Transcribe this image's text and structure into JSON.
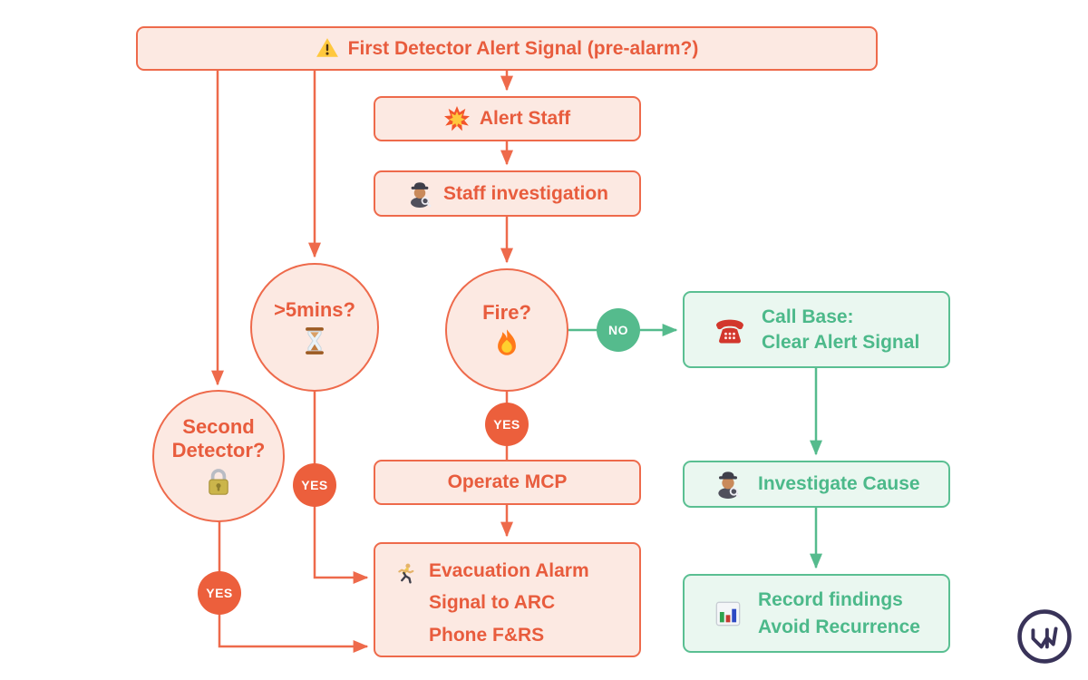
{
  "colors": {
    "orange_border": "#EE6A4B",
    "orange_fill": "#FCE9E2",
    "orange_text": "#E85C3D",
    "orange_badge": "#EC5F3C",
    "green_border": "#5ABF92",
    "green_fill": "#EAF7F0",
    "green_text": "#4CB98A",
    "green_badge": "#55BB8D",
    "logo_navy": "#393359"
  },
  "nodes": {
    "first_detector": {
      "icon": "warning-icon",
      "label": "First Detector Alert Signal (pre-alarm?)"
    },
    "alert_staff": {
      "icon": "explosion-icon",
      "label": "Alert Staff"
    },
    "staff_investigation": {
      "icon": "detective-icon",
      "label": "Staff investigation"
    },
    "fire_decision": {
      "icon": "fire-icon",
      "label": "Fire?"
    },
    "five_mins_decision": {
      "icon": "hourglass-icon",
      "label": ">5mins?"
    },
    "second_detector_decision": {
      "icon": "lock-icon",
      "label_line1": "Second",
      "label_line2": "Detector?"
    },
    "operate_mcp": {
      "label": "Operate MCP"
    },
    "evacuation": {
      "icon": "runner-icon",
      "lines": [
        "Evacuation Alarm",
        "Signal to ARC",
        "Phone F&RS"
      ]
    },
    "call_base": {
      "icon": "phone-icon",
      "lines": [
        "Call Base:",
        "Clear Alert Signal"
      ]
    },
    "investigate_cause": {
      "icon": "detective-icon",
      "label": "Investigate Cause"
    },
    "record_findings": {
      "icon": "bar-chart-icon",
      "lines": [
        "Record findings",
        "Avoid Recurrence"
      ]
    }
  },
  "labels": {
    "yes": "YES",
    "no": "NO"
  },
  "logo": {
    "name": "whimsical-logo"
  }
}
